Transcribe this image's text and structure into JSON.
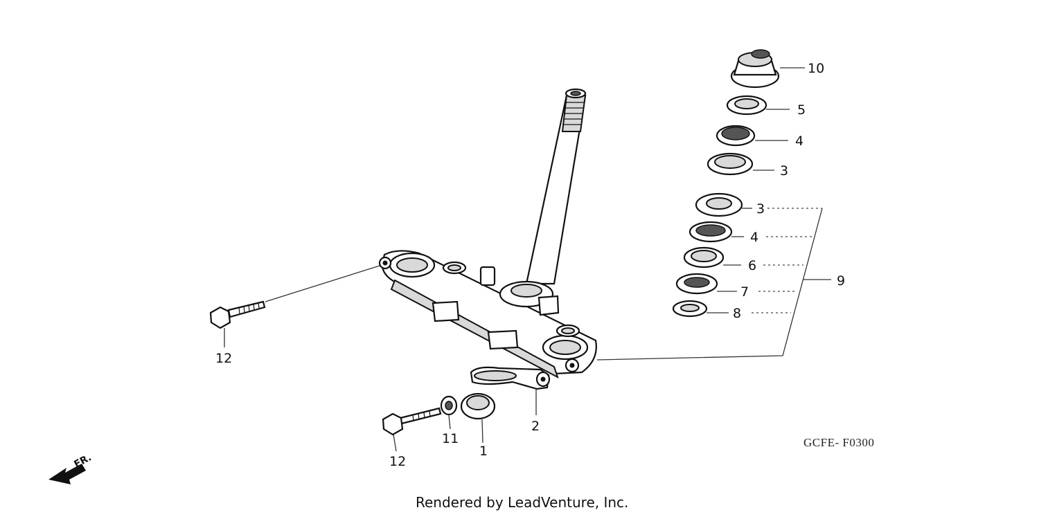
{
  "callouts": {
    "c1": "1",
    "c2": "2",
    "c3a": "3",
    "c3b": "3",
    "c4a": "4",
    "c4b": "4",
    "c5": "5",
    "c6": "6",
    "c7": "7",
    "c8": "8",
    "c9": "9",
    "c10": "10",
    "c11": "11",
    "c12a": "12",
    "c12b": "12"
  },
  "diagram_code": "GCFE- F0300",
  "front_label": "FR.",
  "credit": "Rendered by LeadVenture, Inc."
}
